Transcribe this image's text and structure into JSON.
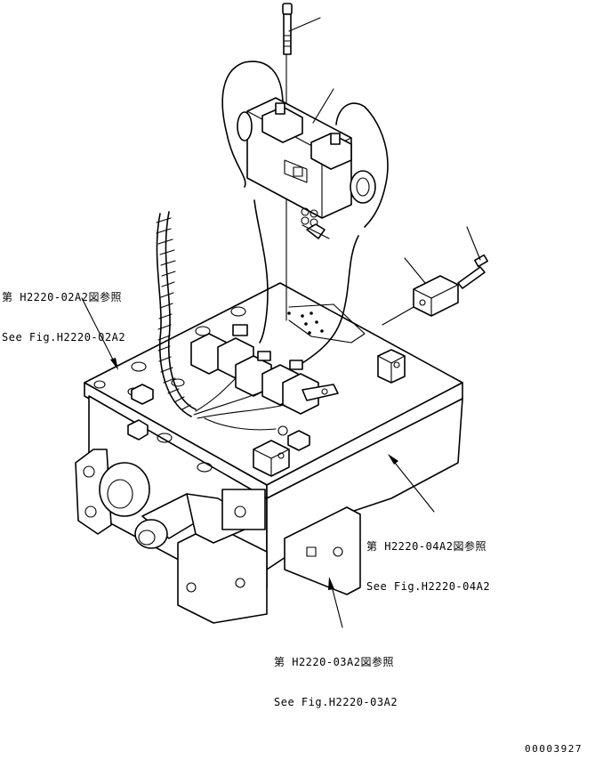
{
  "callouts": {
    "ref_02a2": {
      "line1": "第 H2220-02A2図参照",
      "line2": "See Fig.H2220-02A2"
    },
    "ref_04a2": {
      "line1": "第 H2220-04A2図参照",
      "line2": "See Fig.H2220-04A2"
    },
    "ref_03a2": {
      "line1": "第 H2220-03A2図参照",
      "line2": "See Fig.H2220-03A2"
    }
  },
  "drawing_number": "00003927"
}
